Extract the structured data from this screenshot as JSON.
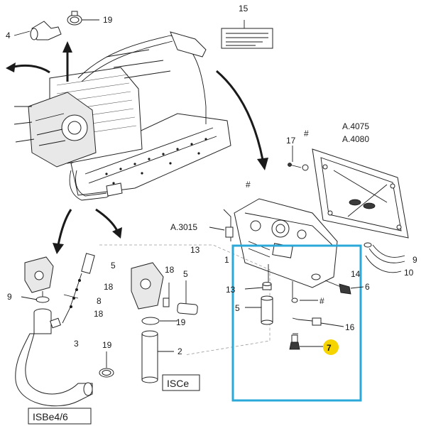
{
  "colors": {
    "highlight_box": "#2aa8d8",
    "badge_fill": "#f5d400",
    "ink": "#1a1a1a"
  },
  "callouts": {
    "c1": "1",
    "c2": "2",
    "c3": "3",
    "c4": "4",
    "c5_left": "5",
    "c5_mid": "5",
    "c5_right": "5",
    "c6": "6",
    "c7": "7",
    "c8": "8",
    "c9_left": "9",
    "c9_right": "9",
    "c10": "10",
    "c13_top": "13",
    "c13_bottom": "13",
    "c14": "14",
    "c15": "15",
    "c16": "16",
    "c17": "17",
    "c18_left_a": "18",
    "c18_left_b": "18",
    "c18_mid": "18",
    "c19_top": "19",
    "c19_mid": "19",
    "c19_bottom": "19"
  },
  "references": {
    "a4075": "A.4075",
    "a4080": "A.4080",
    "a3015": "A.3015"
  },
  "marks": {
    "hash": "#"
  },
  "variants": {
    "isce": "ISCe",
    "isbe": "ISBe4/6"
  }
}
